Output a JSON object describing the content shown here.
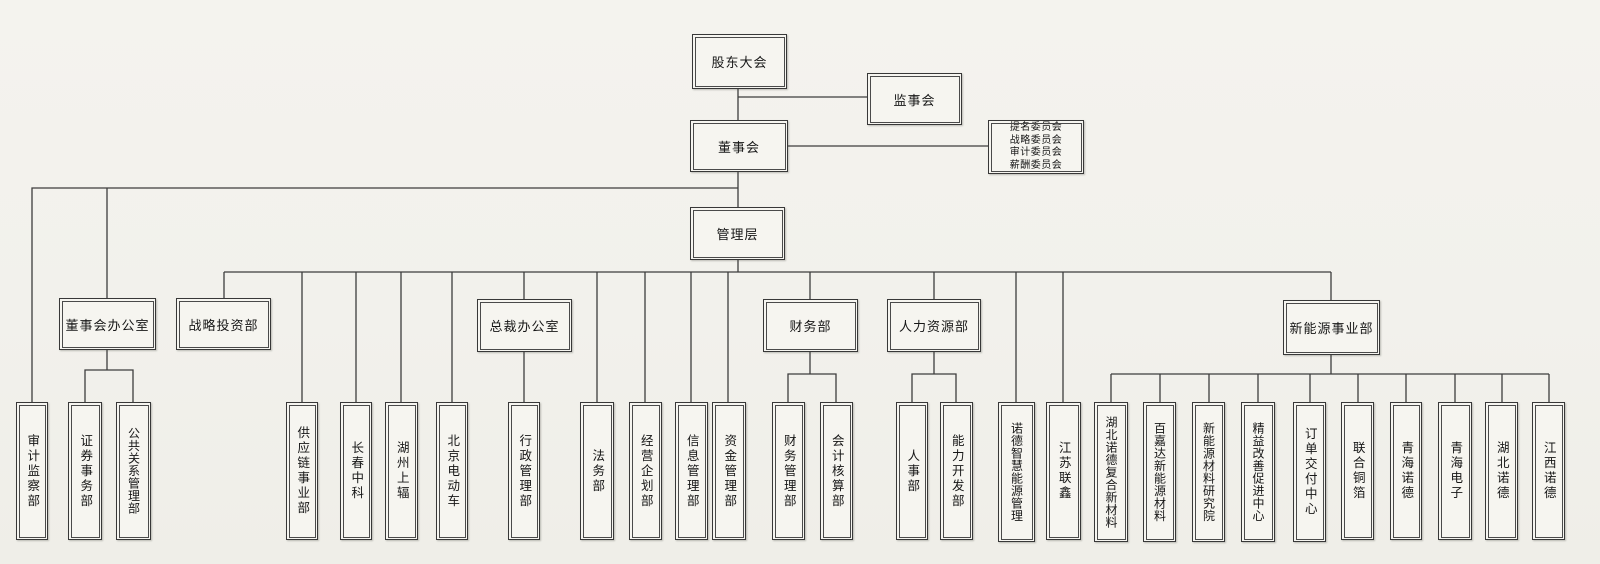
{
  "colors": {
    "paper": "#f3f2ed",
    "line": "#3d3d3d",
    "box_border": "#383838",
    "text": "#161616"
  },
  "nodes": {
    "shareholders_meeting": {
      "label": "股东大会"
    },
    "supervisory_board": {
      "label": "监事会"
    },
    "board_of_directors": {
      "label": "董事会"
    },
    "committees": {
      "line1": "提名委员会",
      "line2": "战略委员会",
      "line3": "审计委员会",
      "line4": "薪酬委员会"
    },
    "management": {
      "label": "管理层"
    },
    "board_office": {
      "label": "董事会办公室"
    },
    "strategic_investment": {
      "label": "战略投资部"
    },
    "president_office": {
      "label": "总裁办公室"
    },
    "finance_dept": {
      "label": "财务部"
    },
    "hr_dept": {
      "label": "人力资源部"
    },
    "new_energy_division": {
      "label": "新能源事业部"
    },
    "audit_supervision": {
      "label": "审计监察部"
    },
    "securities_affairs": {
      "label": "证券事务部"
    },
    "public_relations": {
      "label": "公共关系管理部"
    },
    "supply_chain": {
      "label": "供应链事业部"
    },
    "changchun_zhongke": {
      "label": "长春中科"
    },
    "huzhou_shangfu": {
      "label": "湖州上辐"
    },
    "beijing_ev": {
      "label": "北京电动车"
    },
    "admin_mgmt": {
      "label": "行政管理部"
    },
    "legal_dept": {
      "label": "法务部"
    },
    "business_planning": {
      "label": "经营企划部"
    },
    "info_mgmt": {
      "label": "信息管理部"
    },
    "fund_mgmt": {
      "label": "资金管理部"
    },
    "financial_mgmt": {
      "label": "财务管理部"
    },
    "accounting": {
      "label": "会计核算部"
    },
    "personnel_dept": {
      "label": "人事部"
    },
    "capability_dev": {
      "label": "能力开发部"
    },
    "nord_smart_energy": {
      "label": "诺德智慧能源管理"
    },
    "jiangsu_lianxin": {
      "label": "江苏联鑫"
    },
    "hubei_composite": {
      "label": "湖北诺德复合新材料"
    },
    "baijiada": {
      "label": "百嘉达新能源材料"
    },
    "materials_institute": {
      "label": "新能源材料研究院"
    },
    "lean_center": {
      "label": "精益改善促进中心"
    },
    "order_delivery": {
      "label": "订单交付中心"
    },
    "united_copper_foil": {
      "label": "联合铜箔"
    },
    "qinghai_nord": {
      "label": "青海诺德"
    },
    "qinghai_electronics": {
      "label": "青海电子"
    },
    "hubei_nord": {
      "label": "湖北诺德"
    },
    "jiangxi_nord": {
      "label": "江西诺德"
    }
  }
}
